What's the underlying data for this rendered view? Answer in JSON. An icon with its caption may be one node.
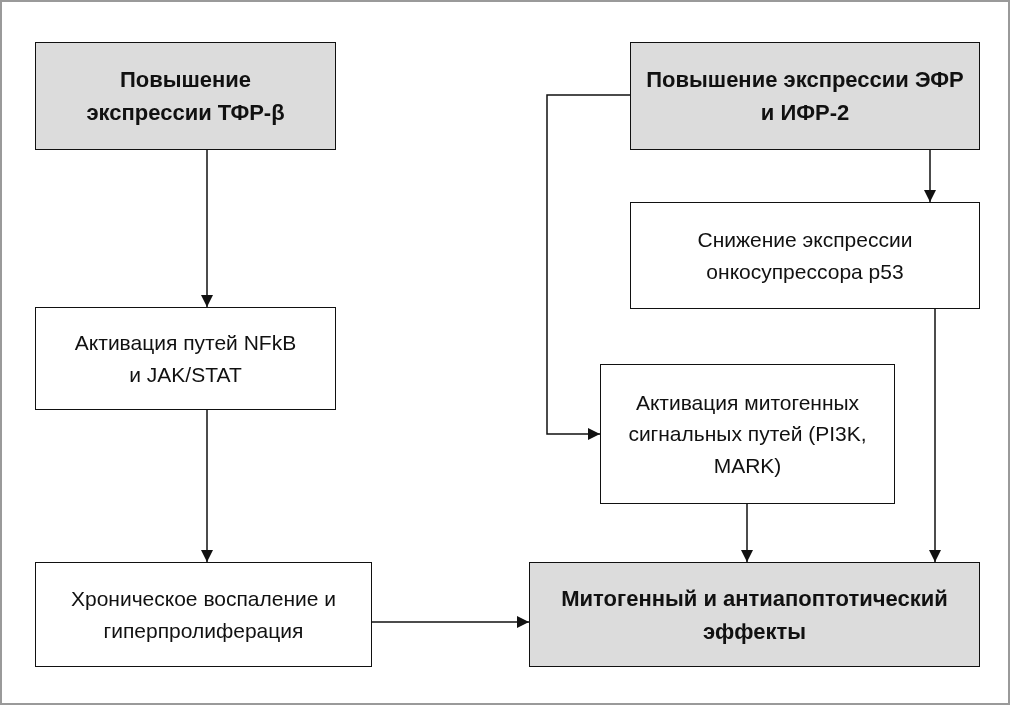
{
  "diagram": {
    "nodes": [
      {
        "text": [
          "Повышение экспрессии ТФР-β"
        ]
      },
      {
        "text": [
          "Активация путей NFkB и JAK/STAT"
        ]
      },
      {
        "text": [
          "Хроническое воспаление и гиперпролиферация"
        ]
      },
      {
        "text": [
          "Повышение экспрессии ЭФР и ИФР-2"
        ]
      },
      {
        "text": [
          "Снижение экспрессии онкосупрессора p53"
        ]
      },
      {
        "text": [
          "Активация митогенных сигнальных путей (PI3K, MARK)"
        ]
      },
      {
        "text": [
          "Митогенный и антиапоптотический эффекты"
        ]
      }
    ],
    "edges": [
      {
        "from": 0,
        "to": 1,
        "arrow": "to"
      },
      {
        "from": 1,
        "to": 2,
        "arrow": "to"
      },
      {
        "from": 2,
        "to": 6,
        "arrow": "to"
      },
      {
        "from": 3,
        "to": 4,
        "arrow": "to"
      },
      {
        "from": 3,
        "to": 5,
        "arrow": "to"
      },
      {
        "from": 5,
        "to": 6,
        "arrow": "to"
      },
      {
        "from": 4,
        "to": 6,
        "arrow": "to"
      }
    ]
  }
}
